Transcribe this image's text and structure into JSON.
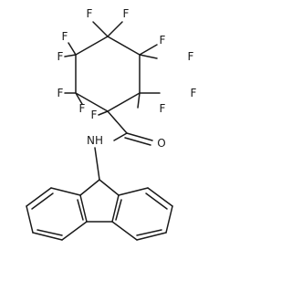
{
  "molecule": {
    "atoms": {
      "f_ring_top_left": "F",
      "f_ring_top_right": "F",
      "f_upper_right_a": "F",
      "f_upper_right_b": "F",
      "f_right_a": "F",
      "f_right_b": "F",
      "f_left_upper_a": "F",
      "f_left_upper_b": "F",
      "f_left_lower_a": "F",
      "f_left_lower_b": "F",
      "f_quaternary": "F",
      "amide_n": "NH",
      "carbonyl_o": "O"
    }
  }
}
